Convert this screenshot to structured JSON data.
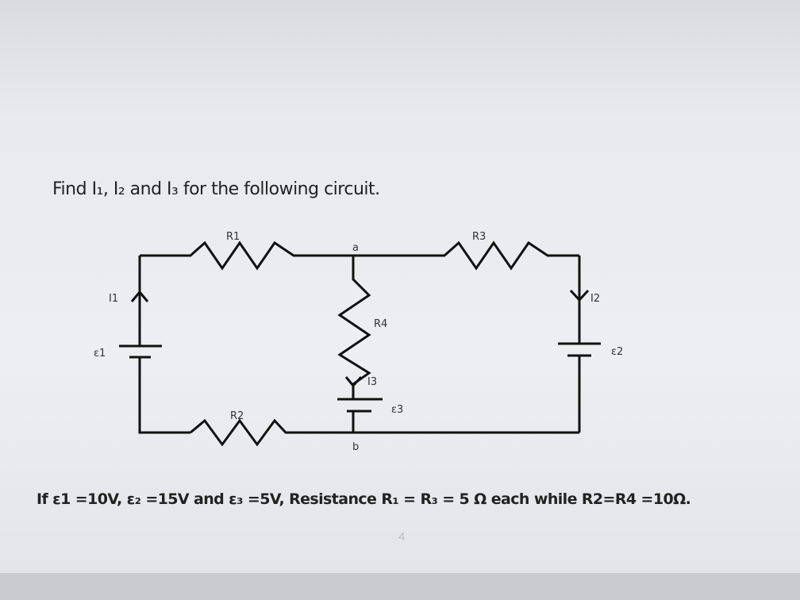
{
  "question": "Find I₁, I₂ and I₃ for the following circuit.",
  "given": "If ε1 =10V, ε₂ =15V and ε₃ =5V, Resistance R₁ = R₃ = 5 Ω each  while R2=R4 =10Ω.",
  "page_number": "4",
  "circuit": {
    "labels": {
      "R1": "R1",
      "R2": "R2",
      "R3": "R3",
      "R4": "R4",
      "a": "a",
      "b": "b",
      "I1": "I1",
      "I2": "I2",
      "I3": "I3",
      "e1": "ε1",
      "e2": "ε2",
      "e3": "ε3"
    }
  }
}
